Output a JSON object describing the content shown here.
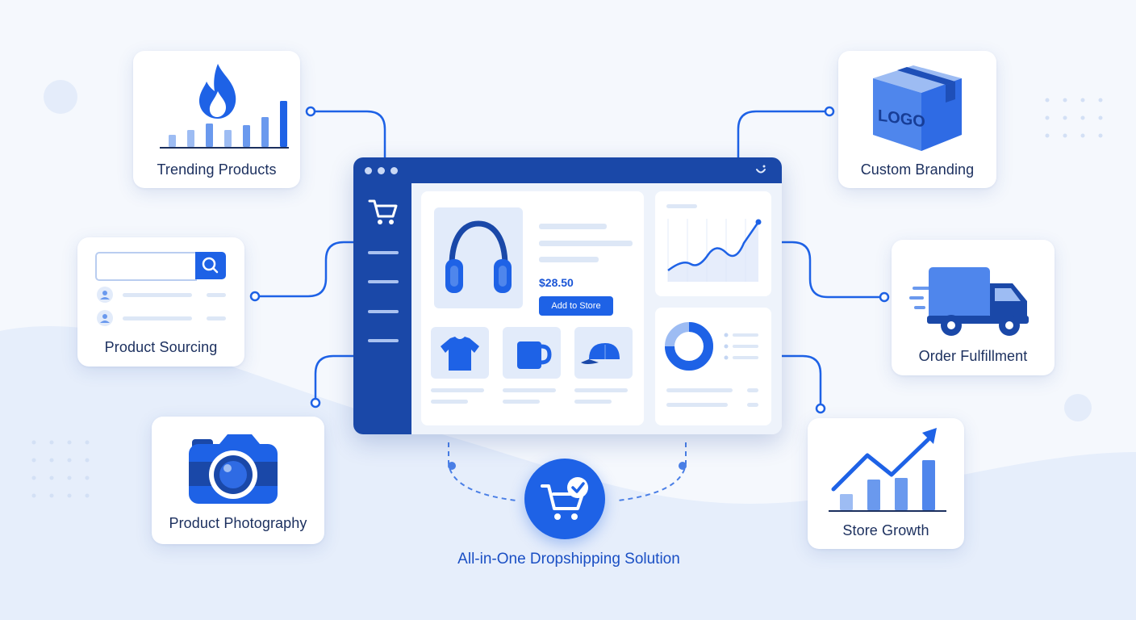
{
  "features": {
    "trending_products": "Trending Products",
    "custom_branding": "Custom Branding",
    "product_sourcing": "Product Sourcing",
    "order_fulfillment": "Order Fulfillment",
    "product_photography": "Product Photography",
    "store_growth": "Store Growth"
  },
  "box_logo_text": "LOGO",
  "dashboard": {
    "price": "$28.50",
    "add_button": "Add to Store"
  },
  "center_title": "All-in-One Dropshipping Solution",
  "colors": {
    "primary": "#1e62e6",
    "dark_navy": "#1a48a8",
    "label_text": "#1b2f5e",
    "light_blue": "#9dbcf3"
  }
}
